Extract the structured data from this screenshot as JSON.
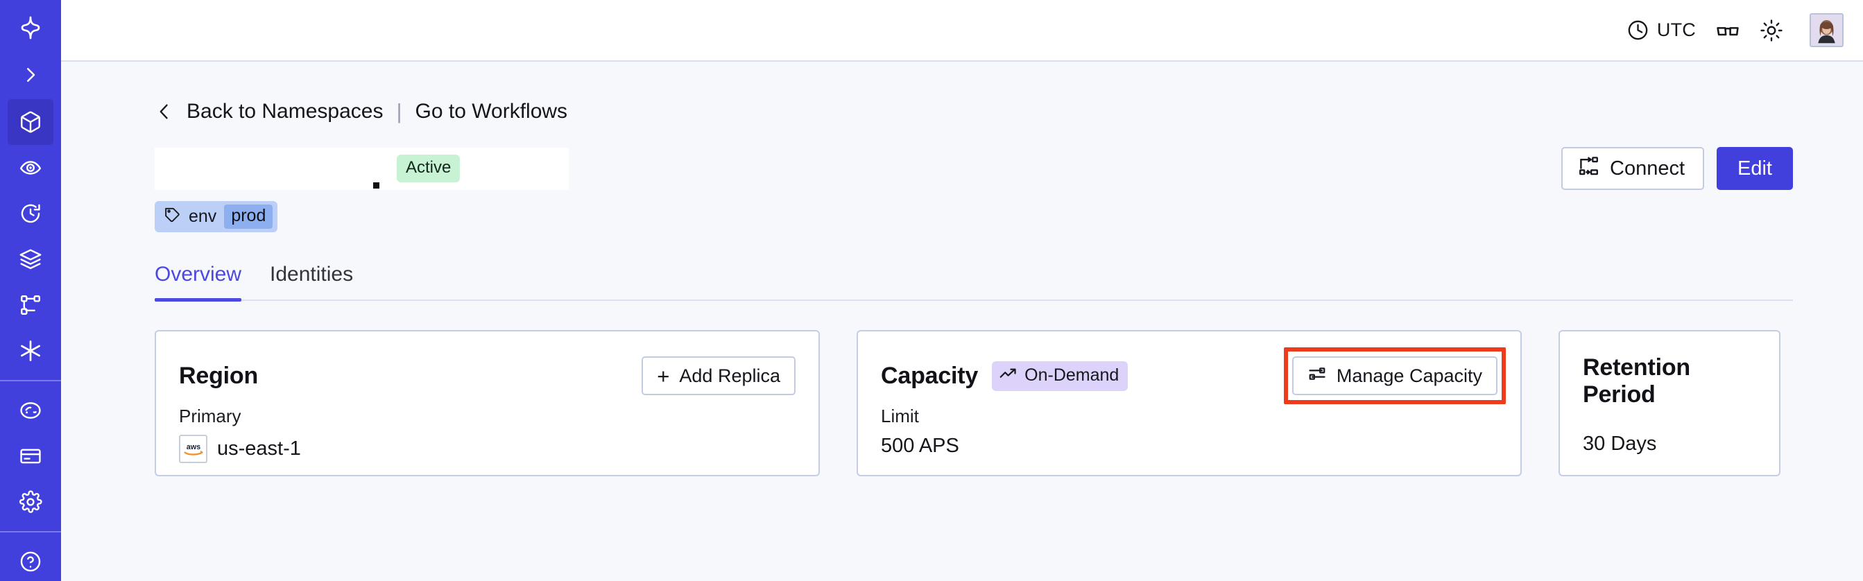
{
  "colors": {
    "sidebar_bg": "#4240dc",
    "accent": "#4b49e0",
    "page_bg": "#f7f8fb",
    "card_border": "#c4cde4",
    "badge_active_bg": "#c8f2d4",
    "badge_ondemand_bg": "#ddd3fa",
    "tag_bg": "#bcd0f7",
    "tag_value_bg": "#8eafef",
    "annotation_red": "#ee3b1c",
    "aws_orange": "#f0922a"
  },
  "sidebar": {
    "logo_icon": "four-point-star-logo-icon",
    "expand_icon": "chevron-right-icon",
    "items": [
      {
        "icon": "cube-icon",
        "name": "namespaces",
        "active": true
      },
      {
        "icon": "eye-icon",
        "name": "observability",
        "active": false
      },
      {
        "icon": "history-clock-icon",
        "name": "schedules",
        "active": false
      },
      {
        "icon": "layers-icon",
        "name": "batch",
        "active": false
      },
      {
        "icon": "workflow-graph-icon",
        "name": "workflows",
        "active": false
      },
      {
        "icon": "asterisk-icon",
        "name": "nexus",
        "active": false
      }
    ],
    "bottom_items": [
      {
        "icon": "palette-icon",
        "name": "appearance"
      },
      {
        "icon": "credit-card-icon",
        "name": "billing"
      },
      {
        "icon": "gear-icon",
        "name": "settings"
      }
    ],
    "footer_items": [
      {
        "icon": "help-circle-icon",
        "name": "help"
      }
    ]
  },
  "topbar": {
    "timezone_icon": "clock-icon",
    "timezone_label": "UTC",
    "reading_icon": "glasses-icon",
    "theme_icon": "sun-icon",
    "avatar_name": "user-avatar"
  },
  "breadcrumb": {
    "back_icon": "chevron-left-icon",
    "back_label": "Back to Namespaces",
    "separator": "|",
    "forward_label": "Go to Workflows"
  },
  "header": {
    "namespace_title": "",
    "status_badge": "Active",
    "tag": {
      "icon": "tag-icon",
      "key": "env",
      "value": "prod"
    },
    "connect_button": {
      "icon": "connect-nodes-icon",
      "label": "Connect"
    },
    "edit_button": {
      "label": "Edit"
    }
  },
  "tabs": [
    {
      "label": "Overview",
      "active": true
    },
    {
      "label": "Identities",
      "active": false
    }
  ],
  "cards": {
    "region": {
      "title": "Region",
      "action": {
        "icon": "plus-icon",
        "label": "Add Replica"
      },
      "sub_label": "Primary",
      "provider_icon": "aws-logo-icon",
      "provider_text": "aws",
      "value": "us-east-1"
    },
    "capacity": {
      "title": "Capacity",
      "badge": {
        "icon": "trending-up-icon",
        "label": "On-Demand"
      },
      "action": {
        "icon": "sliders-icon",
        "label": "Manage Capacity"
      },
      "sub_label": "Limit",
      "value": "500 APS",
      "annotated": true
    },
    "retention": {
      "title": "Retention Period",
      "value": "30 Days"
    }
  }
}
